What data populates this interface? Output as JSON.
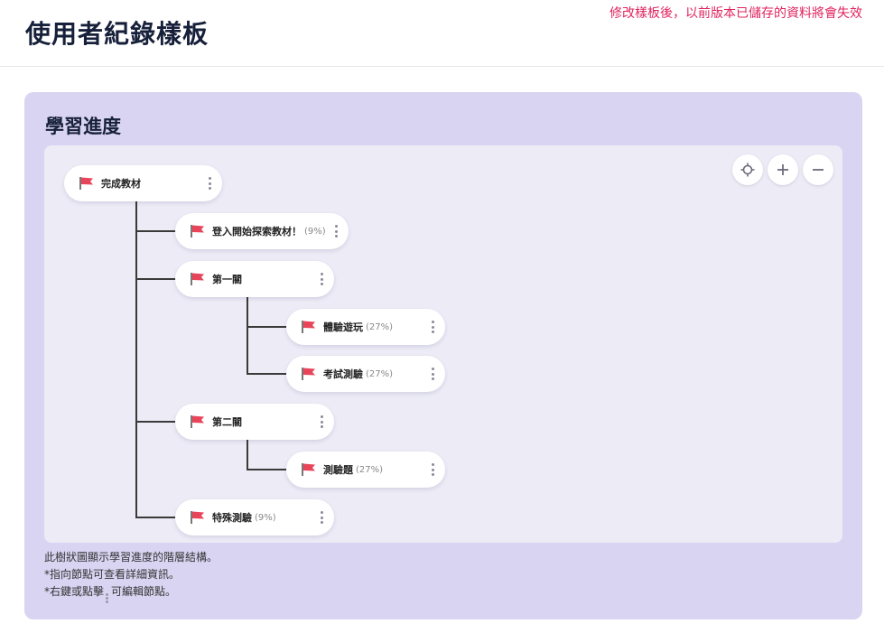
{
  "header": {
    "title": "使用者紀錄樣板",
    "warning": "修改樣板後，以前版本已儲存的資料將會失效"
  },
  "panel": {
    "title": "學習進度",
    "controls": {
      "locate_icon": "crosshair-icon",
      "zoom_in_icon": "plus-icon",
      "zoom_out_icon": "minus-icon"
    },
    "tree": {
      "root": {
        "label": "完成教材",
        "pct": ""
      },
      "n1": {
        "label": "登入開始探索教材！",
        "pct": "(9%)"
      },
      "n2": {
        "label": "第一關",
        "pct": ""
      },
      "n2a": {
        "label": "體驗遊玩",
        "pct": "(27%)"
      },
      "n2b": {
        "label": "考試測驗",
        "pct": "(27%)"
      },
      "n3": {
        "label": "第二關",
        "pct": ""
      },
      "n3a": {
        "label": "測驗題",
        "pct": "(27%)"
      },
      "n4": {
        "label": "特殊測驗",
        "pct": "(9%)"
      }
    },
    "footnotes": {
      "line1": "此樹狀圖顯示學習進度的階層結構。",
      "line2": "*指向節點可查看詳細資訊。",
      "line3_pre": "*右鍵或點擊",
      "line3_post": "可編輯節點。"
    }
  },
  "colors": {
    "panel_bg": "#d9d4f2",
    "canvas_bg": "#ecebf6",
    "warning": "#e0245e",
    "flag": "#e8445a"
  }
}
